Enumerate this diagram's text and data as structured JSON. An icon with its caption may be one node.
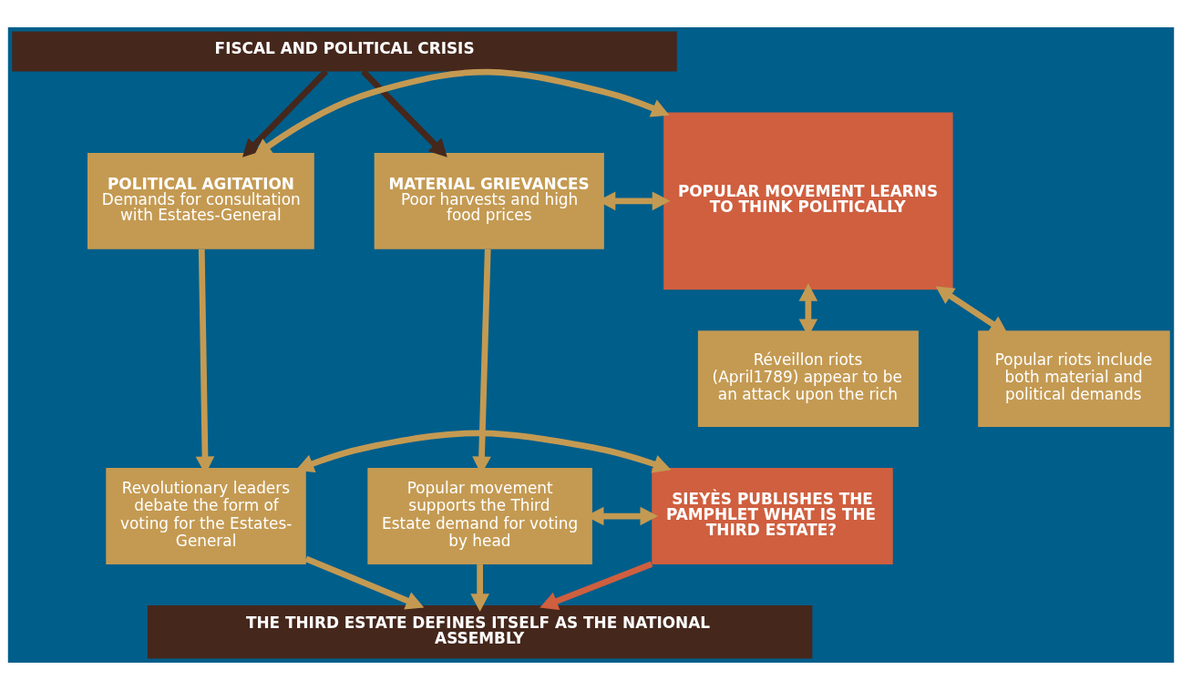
{
  "diagram": {
    "nodes": [
      {
        "text": [
          "FISCAL AND POLITICAL CRISIS"
        ]
      },
      {
        "text": [
          "POLITICAL AGITATION",
          "Demands for consultation with Estates-General"
        ]
      },
      {
        "text": [
          "POPULAR MOVEMENT LEARNS TO THINK POLITICALLY"
        ]
      },
      {
        "text": [
          "MATERIAL GRIEVANCES",
          "Poor harvests and high food prices"
        ]
      },
      {
        "text": [
          "Popular riots include both material and political demands"
        ]
      },
      {
        "text": [
          "Réveillon riots (April1789) appear to be an attack upon the rich"
        ]
      },
      {
        "text": [
          "Revolutionary leaders debate the form of voting for the Estates-General"
        ]
      },
      {
        "text": [
          "SIEYÈS PUBLISHES THE PAMPHLET WHAT IS THE THIRD ESTATE?"
        ]
      },
      {
        "text": [
          "Popular movement supports the Third Estate demand for voting by head"
        ]
      },
      {
        "text": [
          "THE THIRD ESTATE DEFINES ITSELF AS THE NATIONAL ASSEMBLY"
        ]
      }
    ],
    "edges": [
      {
        "from": 0,
        "to": 1,
        "arrow": "to",
        "color": "#45271c"
      },
      {
        "from": 0,
        "to": 3,
        "arrow": "to",
        "color": "#45271c"
      },
      {
        "from": 1,
        "to": 2,
        "arrow": "both"
      },
      {
        "from": 2,
        "to": 3,
        "arrow": "both"
      },
      {
        "from": 4,
        "to": 2,
        "arrow": "both"
      },
      {
        "from": 2,
        "to": 5,
        "arrow": "both"
      },
      {
        "from": 1,
        "to": 6,
        "arrow": "to"
      },
      {
        "from": 3,
        "to": 8,
        "arrow": "to"
      },
      {
        "from": 6,
        "to": 7,
        "arrow": "both"
      },
      {
        "from": 7,
        "to": 8,
        "arrow": "both"
      },
      {
        "from": 6,
        "to": 9,
        "arrow": "to"
      },
      {
        "from": 7,
        "to": 9,
        "arrow": "to",
        "color": "#cf5f3f"
      },
      {
        "from": 8,
        "to": 9,
        "arrow": "to"
      }
    ]
  }
}
